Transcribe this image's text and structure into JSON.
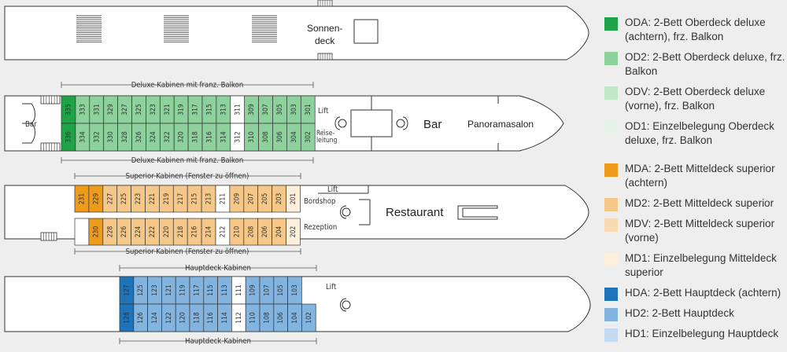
{
  "sun_deck": {
    "name_line1": "Sonnen-",
    "name_line2": "deck"
  },
  "upper_deck": {
    "label_top": "Deluxe-Kabinen mit franz. Balkon",
    "label_bottom": "Deluxe-Kabinen mit franz. Balkon",
    "bar_left": "Bar",
    "lift": "Lift",
    "reiseleitung_line1": "Reise-",
    "reiseleitung_line2": "leitung",
    "bar": "Bar",
    "panoramasalon": "Panoramasalon",
    "top_row": [
      {
        "n": "335",
        "c": "ODA"
      },
      {
        "n": "333",
        "c": "OD2"
      },
      {
        "n": "331",
        "c": "OD2"
      },
      {
        "n": "329",
        "c": "OD2"
      },
      {
        "n": "327",
        "c": "OD2"
      },
      {
        "n": "325",
        "c": "OD2"
      },
      {
        "n": "323",
        "c": "OD2"
      },
      {
        "n": "321",
        "c": "OD2"
      },
      {
        "n": "319",
        "c": "OD2"
      },
      {
        "n": "317",
        "c": "OD2"
      },
      {
        "n": "315",
        "c": "OD2"
      },
      {
        "n": "313",
        "c": "OD2"
      },
      {
        "n": "311",
        "c": "white"
      },
      {
        "n": "309",
        "c": "OD2"
      },
      {
        "n": "307",
        "c": "OD2"
      },
      {
        "n": "305",
        "c": "OD2"
      },
      {
        "n": "303",
        "c": "OD2"
      },
      {
        "n": "301",
        "c": "OD2"
      }
    ],
    "bottom_row": [
      {
        "n": "336",
        "c": "ODA"
      },
      {
        "n": "334",
        "c": "OD2"
      },
      {
        "n": "332",
        "c": "OD2"
      },
      {
        "n": "330",
        "c": "OD2"
      },
      {
        "n": "328",
        "c": "OD2"
      },
      {
        "n": "326",
        "c": "OD2"
      },
      {
        "n": "324",
        "c": "OD2"
      },
      {
        "n": "322",
        "c": "OD2"
      },
      {
        "n": "320",
        "c": "OD2"
      },
      {
        "n": "318",
        "c": "OD2"
      },
      {
        "n": "316",
        "c": "OD2"
      },
      {
        "n": "314",
        "c": "OD2"
      },
      {
        "n": "312",
        "c": "white"
      },
      {
        "n": "310",
        "c": "OD2"
      },
      {
        "n": "308",
        "c": "OD2"
      },
      {
        "n": "306",
        "c": "OD2"
      },
      {
        "n": "304",
        "c": "OD2"
      },
      {
        "n": "302",
        "c": "OD2"
      }
    ]
  },
  "middle_deck": {
    "label_top": "Superior-Kabinen (Fenster zu öffnen)",
    "label_bottom": "Superior-Kabinen (Fenster zu öffnen)",
    "lift": "Lift",
    "bordshop": "Bordshop",
    "rezeption": "Rezeption",
    "restaurant": "Restaurant",
    "top_row": [
      {
        "n": "231",
        "c": "MDA"
      },
      {
        "n": "229",
        "c": "MDA"
      },
      {
        "n": "227",
        "c": "MD2"
      },
      {
        "n": "225",
        "c": "MD2"
      },
      {
        "n": "223",
        "c": "MD2"
      },
      {
        "n": "221",
        "c": "MD2"
      },
      {
        "n": "219",
        "c": "MD2"
      },
      {
        "n": "217",
        "c": "MD2"
      },
      {
        "n": "215",
        "c": "MD2"
      },
      {
        "n": "213",
        "c": "MD2"
      },
      {
        "n": "211",
        "c": "white"
      },
      {
        "n": "209",
        "c": "MD2"
      },
      {
        "n": "207",
        "c": "MD2"
      },
      {
        "n": "205",
        "c": "MD2"
      },
      {
        "n": "203",
        "c": "MD2"
      },
      {
        "n": "201",
        "c": "MD1"
      }
    ],
    "bottom_row": [
      {
        "n": "",
        "c": "white"
      },
      {
        "n": "230",
        "c": "MDA"
      },
      {
        "n": "228",
        "c": "MD2"
      },
      {
        "n": "226",
        "c": "MD2"
      },
      {
        "n": "224",
        "c": "MD2"
      },
      {
        "n": "222",
        "c": "MD2"
      },
      {
        "n": "220",
        "c": "MD2"
      },
      {
        "n": "218",
        "c": "MD2"
      },
      {
        "n": "216",
        "c": "MD2"
      },
      {
        "n": "214",
        "c": "MD2"
      },
      {
        "n": "212",
        "c": "white"
      },
      {
        "n": "210",
        "c": "MD2"
      },
      {
        "n": "208",
        "c": "MD2"
      },
      {
        "n": "206",
        "c": "MD2"
      },
      {
        "n": "204",
        "c": "MD2"
      },
      {
        "n": "202",
        "c": "MD1"
      }
    ]
  },
  "main_deck": {
    "label_top": "Hauptdeck-Kabinen",
    "label_bottom": "Hauptdeck-Kabinen",
    "lift": "Lift",
    "top_row": [
      {
        "n": "127",
        "c": "HDA"
      },
      {
        "n": "125",
        "c": "HD2"
      },
      {
        "n": "123",
        "c": "HD2"
      },
      {
        "n": "121",
        "c": "HD2"
      },
      {
        "n": "119",
        "c": "HD2"
      },
      {
        "n": "117",
        "c": "HD2"
      },
      {
        "n": "115",
        "c": "HD2"
      },
      {
        "n": "113",
        "c": "HD2"
      },
      {
        "n": "111",
        "c": "white"
      },
      {
        "n": "109",
        "c": "HD2"
      },
      {
        "n": "107",
        "c": "HD2"
      },
      {
        "n": "105",
        "c": "HD2"
      },
      {
        "n": "103",
        "c": "HD2"
      }
    ],
    "bottom_row": [
      {
        "n": "128",
        "c": "HDA"
      },
      {
        "n": "126",
        "c": "HD2"
      },
      {
        "n": "124",
        "c": "HD2"
      },
      {
        "n": "122",
        "c": "HD2"
      },
      {
        "n": "120",
        "c": "HD2"
      },
      {
        "n": "118",
        "c": "HD2"
      },
      {
        "n": "116",
        "c": "HD2"
      },
      {
        "n": "114",
        "c": "HD2"
      },
      {
        "n": "112",
        "c": "white"
      },
      {
        "n": "110",
        "c": "HD2"
      },
      {
        "n": "108",
        "c": "HD2"
      },
      {
        "n": "106",
        "c": "HD2"
      },
      {
        "n": "104",
        "c": "HD2"
      },
      {
        "n": "102",
        "c": "HD2"
      }
    ]
  },
  "colors": {
    "ODA": "#1fa349",
    "OD2": "#8dd19c",
    "ODV": "#c2e6c8",
    "OD1": "#e4f3e5",
    "MDA": "#ee9b1c",
    "MD2": "#f5c88a",
    "MDV": "#f8dbb3",
    "MD1": "#fcefdc",
    "HDA": "#1f73b8",
    "HD2": "#82b4df",
    "HD1": "#c3daf0",
    "white": "#ffffff"
  },
  "legend": [
    {
      "code": "ODA",
      "text": "ODA: 2-Bett Oberdeck deluxe (achtern), frz. Balkon",
      "gap": false
    },
    {
      "code": "OD2",
      "text": "OD2: 2-Bett Oberdeck deluxe, frz. Balkon",
      "gap": false
    },
    {
      "code": "ODV",
      "text": "ODV: 2-Bett Oberdeck deluxe (vorne), frz. Balkon",
      "gap": false
    },
    {
      "code": "OD1",
      "text": "OD1: Einzelbelegung Oberdeck deluxe, frz. Balkon",
      "gap": true
    },
    {
      "code": "MDA",
      "text": "MDA: 2-Bett Mitteldeck superior (achtern)",
      "gap": false
    },
    {
      "code": "MD2",
      "text": "MD2: 2-Bett Mitteldeck superior",
      "gap": false
    },
    {
      "code": "MDV",
      "text": "MDV: 2-Bett Mitteldeck superior (vorne)",
      "gap": false
    },
    {
      "code": "MD1",
      "text": "MD1: Einzelbelegung Mitteldeck superior",
      "gap": false
    },
    {
      "code": "HDA",
      "text": "HDA: 2-Bett Hauptdeck (achtern)",
      "gap": false
    },
    {
      "code": "HD2",
      "text": "HD2: 2-Bett Hauptdeck",
      "gap": false
    },
    {
      "code": "HD1",
      "text": "HD1: Einzelbelegung Hauptdeck",
      "gap": false
    }
  ]
}
